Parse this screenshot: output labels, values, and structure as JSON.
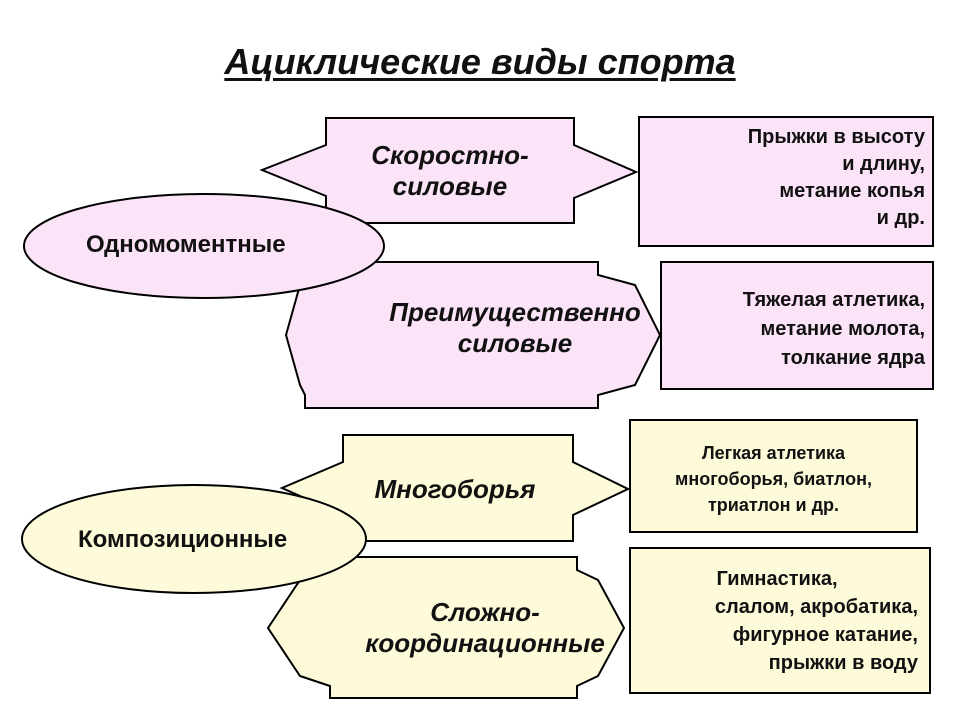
{
  "title": "Ациклические виды спорта",
  "colors": {
    "pink_fill": "#fce4f8",
    "cream_fill": "#fdfbd9",
    "outline": "#000000",
    "text": "#111111"
  },
  "groups": [
    {
      "label": "Одномоментные",
      "categories": [
        {
          "lines": [
            "Скоростно-",
            "силовые"
          ],
          "examples": [
            "Прыжки в высоту",
            "и длину,",
            "метание копья",
            "и др."
          ]
        },
        {
          "lines": [
            "Преимущественно",
            "силовые"
          ],
          "examples": [
            "Тяжелая атлетика,",
            "метание молота,",
            "толкание ядра"
          ]
        }
      ]
    },
    {
      "label": "Композиционные",
      "categories": [
        {
          "lines": [
            "Многоборья"
          ],
          "examples": [
            "Легкая атлетика",
            "многоборья, биатлон,",
            "триатлон и др."
          ]
        },
        {
          "lines": [
            "Сложно-",
            "координационные"
          ],
          "examples": [
            "Гимнастика,",
            "слалом, акробатика,",
            "фигурное катание,",
            "прыжки в воду"
          ]
        }
      ]
    }
  ]
}
